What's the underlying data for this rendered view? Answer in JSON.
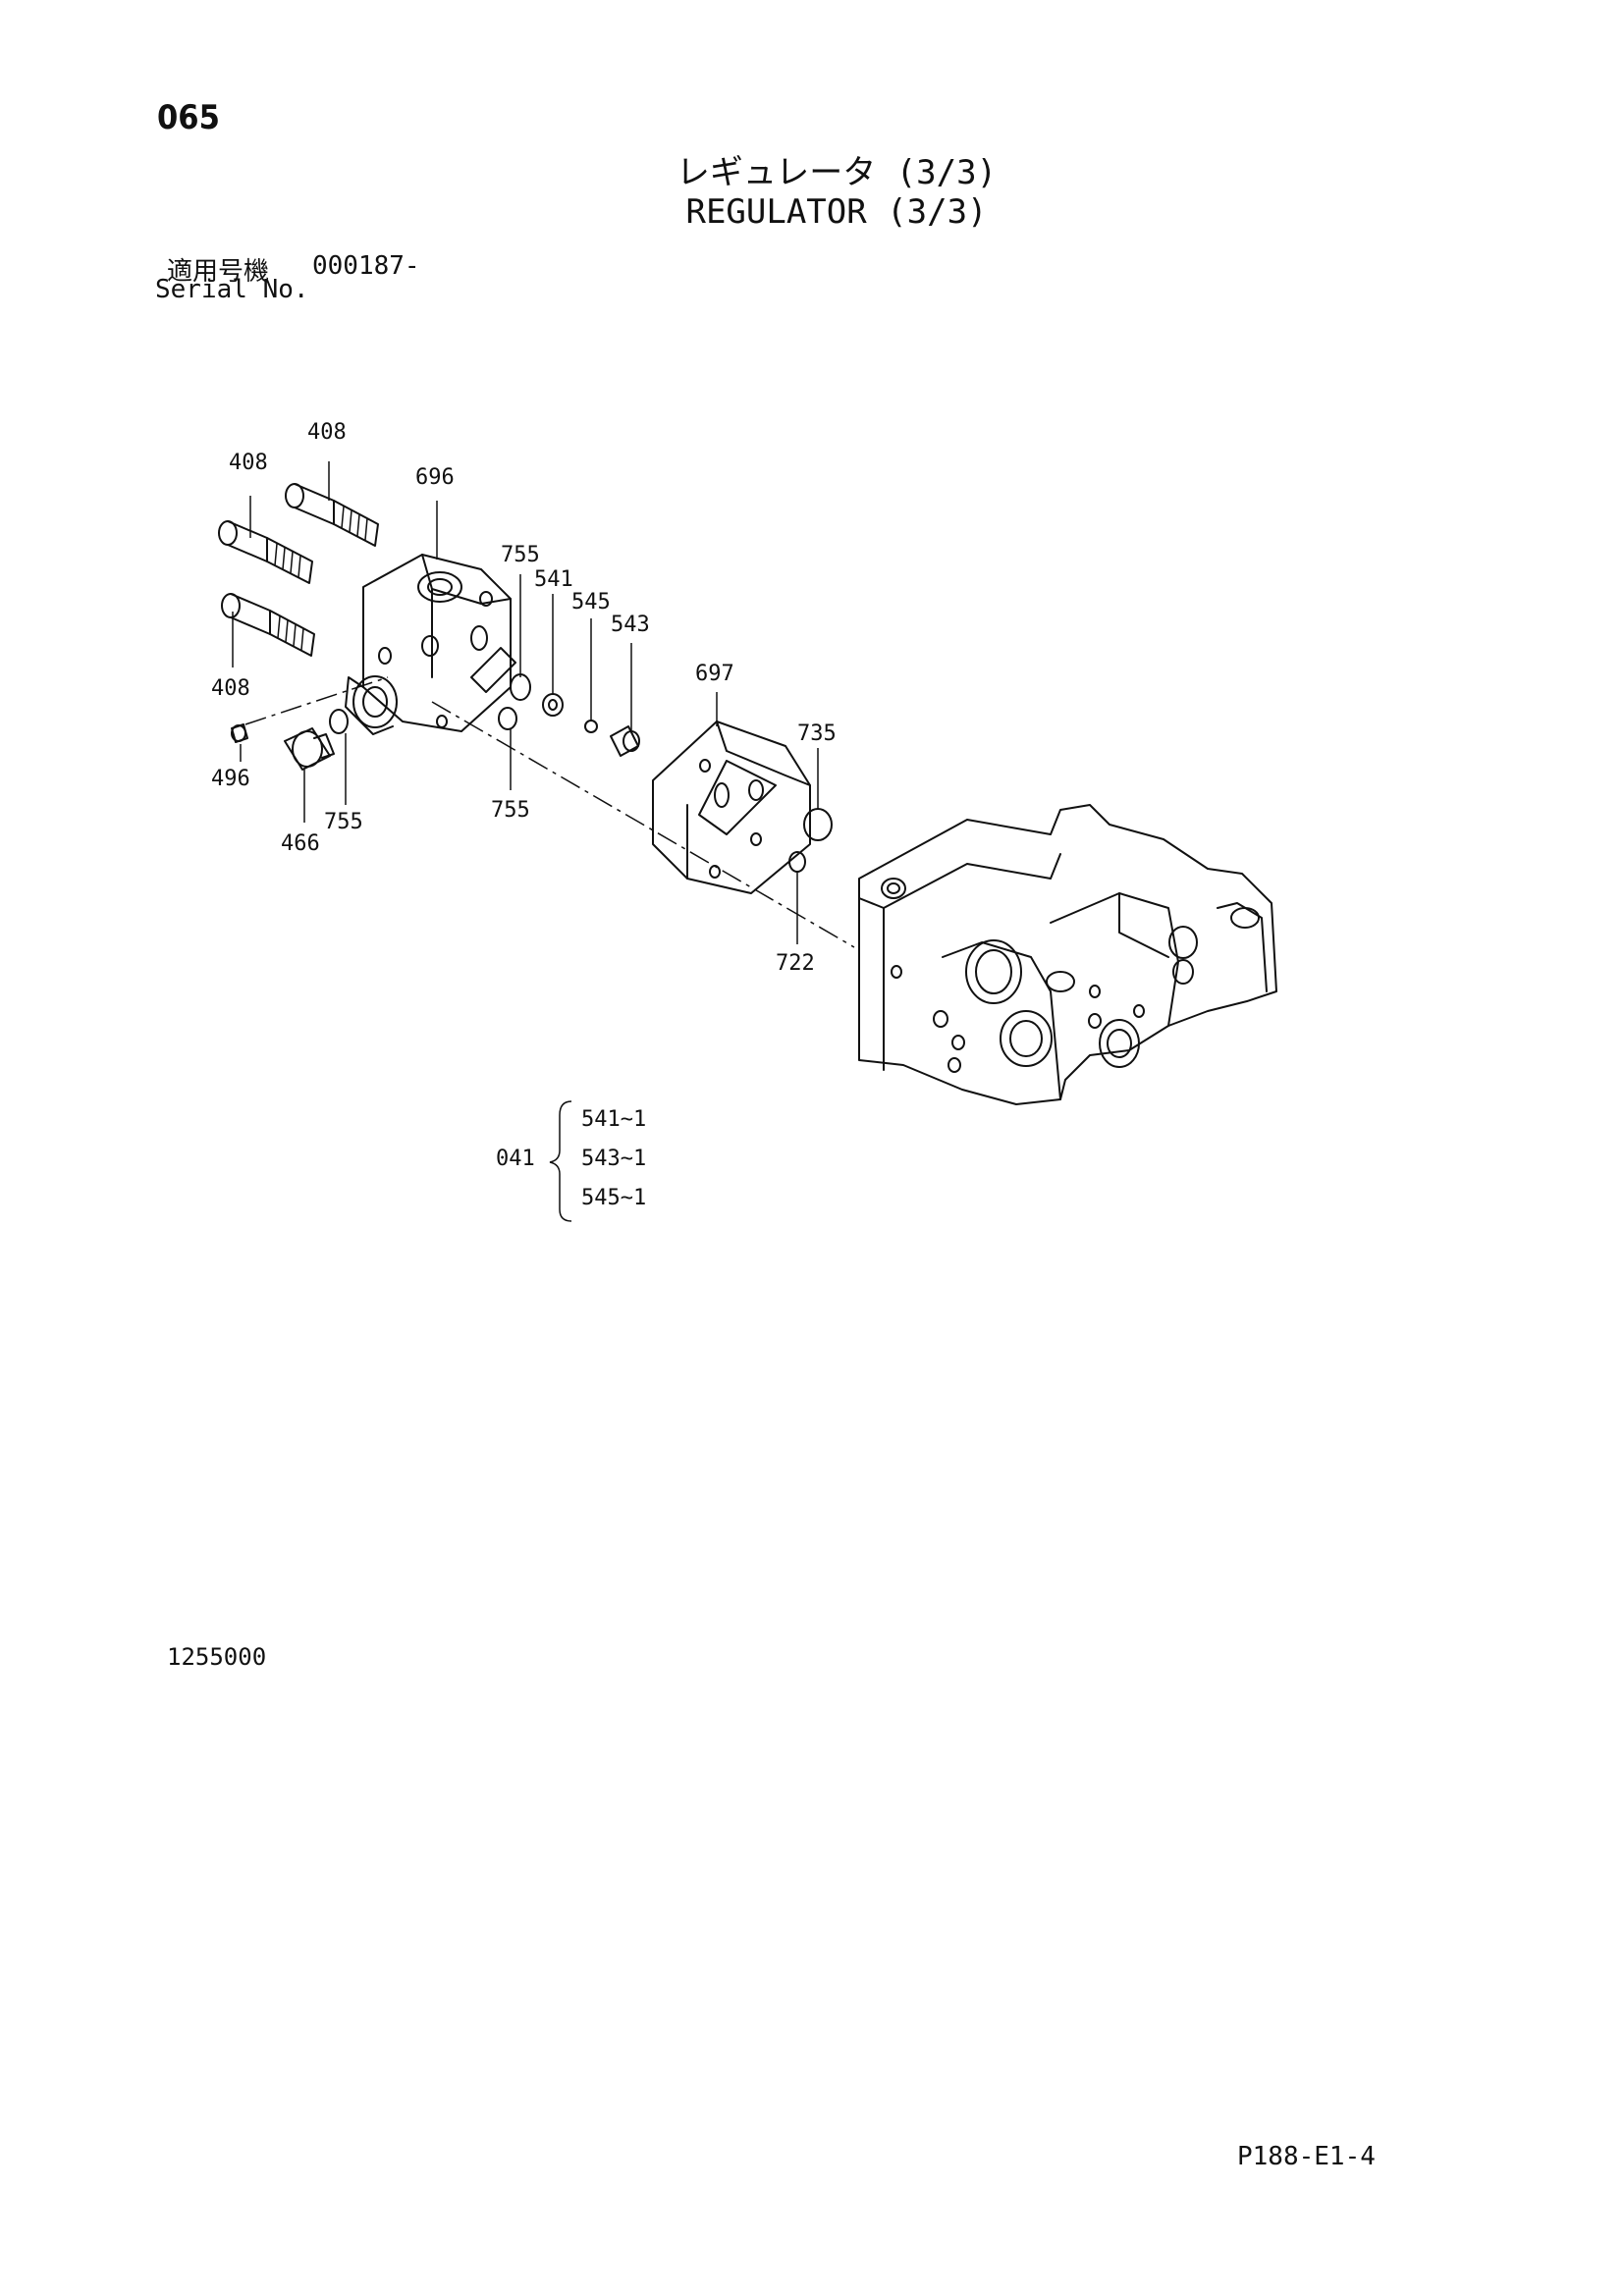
{
  "page_number": "065",
  "title_jp": "レギュレータ (3/3)",
  "title_en": "REGULATOR (3/3)",
  "serial": {
    "label_jp": "適用号機",
    "value": "000187-",
    "label_en": "Serial No."
  },
  "callouts": {
    "408a": "408",
    "408b": "408",
    "408c": "408",
    "696": "696",
    "755a": "755",
    "541": "541",
    "545": "545",
    "543": "543",
    "697": "697",
    "735": "735",
    "496": "496",
    "755b": "755",
    "755c": "755",
    "466": "466",
    "722": "722"
  },
  "kit": {
    "code": "041",
    "items": [
      "541~1",
      "543~1",
      "545~1"
    ]
  },
  "drawing_number": "1255000",
  "page_code": "P188-E1-4"
}
